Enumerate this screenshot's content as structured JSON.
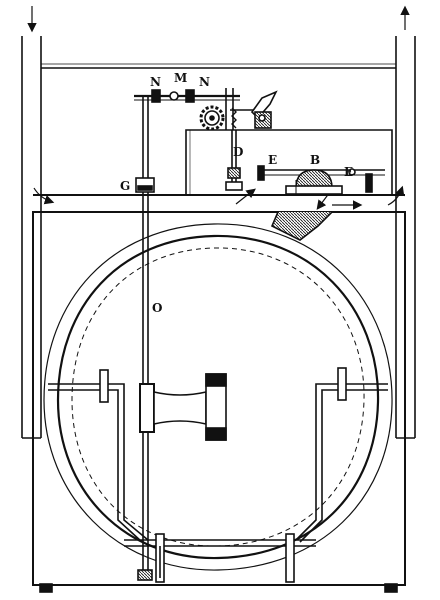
{
  "labels": {
    "n_left": "N",
    "m": "M",
    "n_right": "N",
    "d": "D",
    "e_left": "E",
    "b": "B",
    "e_right": "E",
    "g": "G",
    "o": "O"
  },
  "colors": {
    "ink": "#111111",
    "paper": "#ffffff"
  }
}
